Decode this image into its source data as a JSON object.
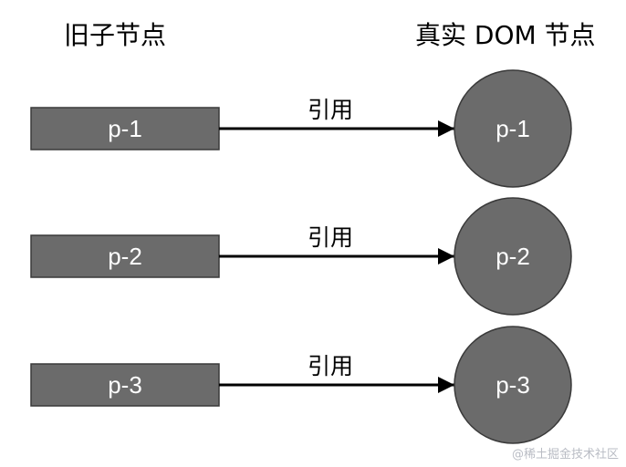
{
  "headings": {
    "left": "旧子节点",
    "right": "真实 DOM 节点"
  },
  "rows": [
    {
      "old_label": "p-1",
      "edge_label": "引用",
      "dom_label": "p-1"
    },
    {
      "old_label": "p-2",
      "edge_label": "引用",
      "dom_label": "p-2"
    },
    {
      "old_label": "p-3",
      "edge_label": "引用",
      "dom_label": "p-3"
    }
  ],
  "colors": {
    "node_fill": "#6b6b6b",
    "node_stroke": "#3a3a3a",
    "arrow": "#000000"
  },
  "watermark": "@稀土掘金技术社区"
}
